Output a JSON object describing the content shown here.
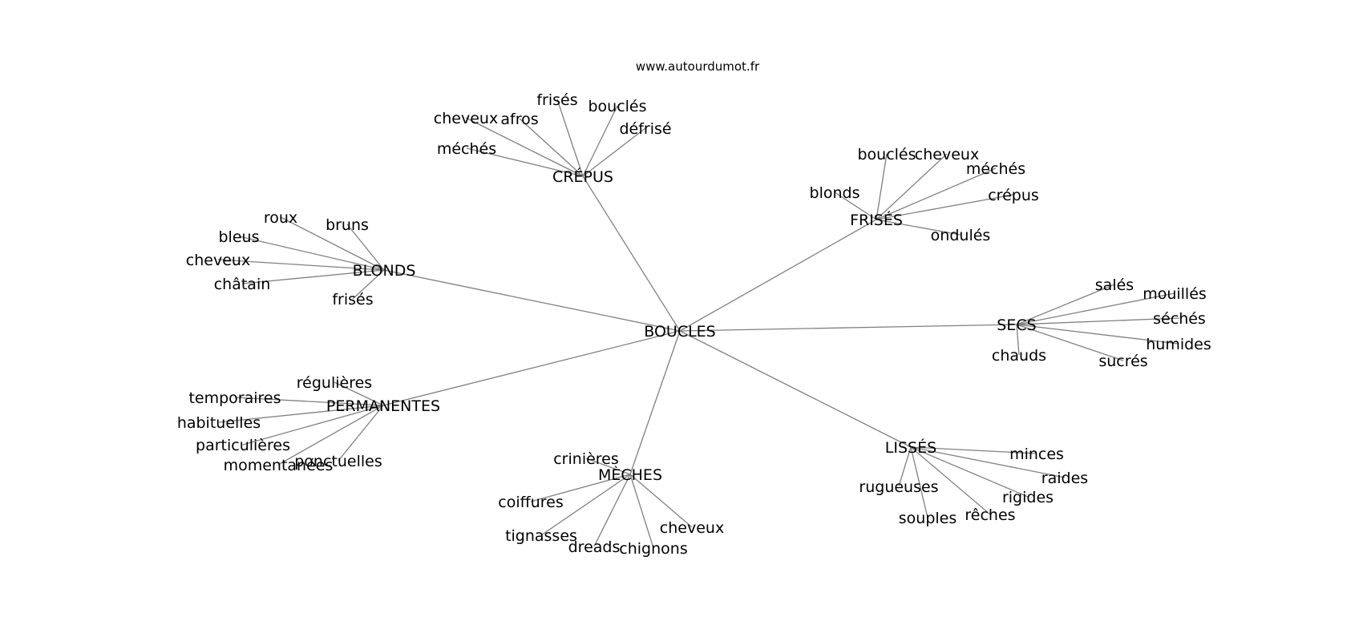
{
  "site": "www.autourdumot.fr",
  "colors": {
    "edge": "#808080",
    "text": "#000000",
    "background": "#ffffff"
  },
  "graph": {
    "center": "BOUCLES",
    "groups": [
      {
        "id": "crepus",
        "label": "CRÉPUS",
        "leaves": [
          "frisés",
          "cheveux",
          "afros",
          "bouclés",
          "défrisé",
          "méchés"
        ]
      },
      {
        "id": "frises",
        "label": "FRISÉS",
        "leaves": [
          "bouclés",
          "cheveux",
          "méchés",
          "crépus",
          "blonds",
          "ondulés"
        ]
      },
      {
        "id": "blonds",
        "label": "BLONDS",
        "leaves": [
          "roux",
          "bruns",
          "bleus",
          "cheveux",
          "châtain",
          "frisés"
        ]
      },
      {
        "id": "secs",
        "label": "SECS",
        "leaves": [
          "salés",
          "mouillés",
          "séchés",
          "humides",
          "chauds",
          "sucrés"
        ]
      },
      {
        "id": "permanentes",
        "label": "PERMANENTES",
        "leaves": [
          "régulières",
          "temporaires",
          "habituelles",
          "particulières",
          "momentanées",
          "ponctuelles"
        ]
      },
      {
        "id": "meches",
        "label": "MÈCHES",
        "leaves": [
          "crinières",
          "coiffures",
          "cheveux",
          "tignasses",
          "dreads",
          "chignons"
        ]
      },
      {
        "id": "lisses",
        "label": "LISSÉS",
        "leaves": [
          "minces",
          "raides",
          "rugueuses",
          "rigides",
          "souples",
          "rêches"
        ]
      }
    ]
  }
}
